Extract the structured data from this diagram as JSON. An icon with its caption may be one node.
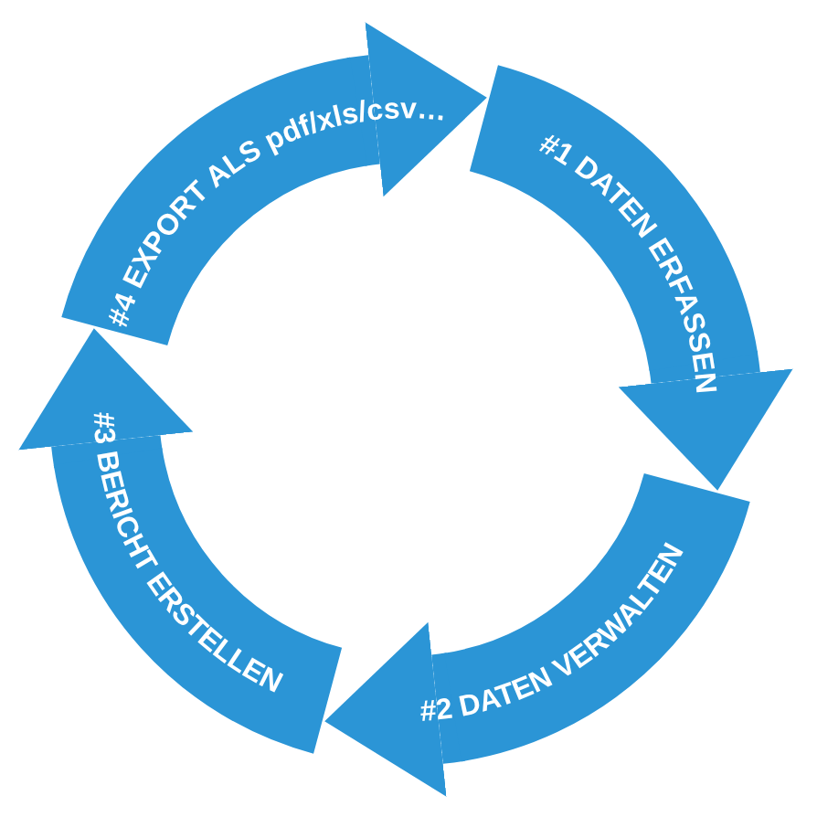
{
  "diagram": {
    "nodes": [
      {
        "text": [
          "#1 DATEN ERFASSEN"
        ]
      },
      {
        "text": [
          "#2 DATEN VERWALTEN"
        ]
      },
      {
        "text": [
          "#3 BERICHT ERSTELLEN"
        ]
      },
      {
        "text": [
          "#4 EXPORT ALS pdf/xls/csv…"
        ]
      }
    ],
    "edges": [
      {
        "from": 0,
        "to": 1,
        "arrow": "to"
      },
      {
        "from": 1,
        "to": 2,
        "arrow": "to"
      },
      {
        "from": 2,
        "to": 3,
        "arrow": "to"
      },
      {
        "from": 3,
        "to": 0,
        "arrow": "to"
      }
    ]
  }
}
